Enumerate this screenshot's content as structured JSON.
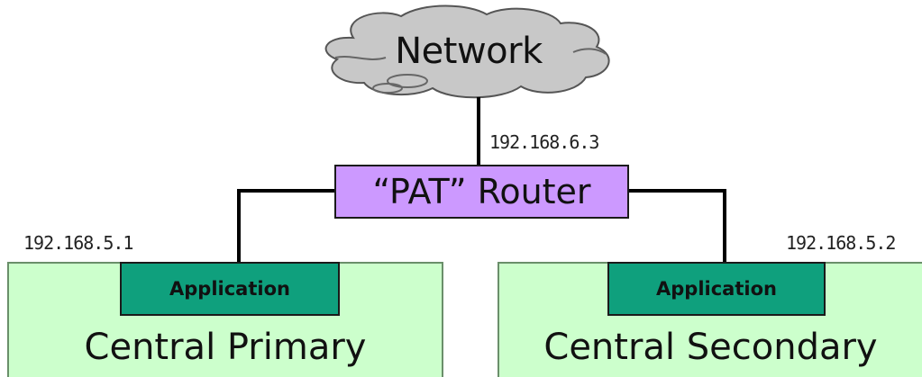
{
  "network": {
    "label": "Network"
  },
  "router": {
    "label": "“PAT” Router",
    "ip": "192.168.6.3"
  },
  "left_host": {
    "ip": "192.168.5.1",
    "app_label": "Application",
    "name": "Central Primary"
  },
  "right_host": {
    "ip": "192.168.5.2",
    "app_label": "Application",
    "name": "Central Secondary"
  },
  "colors": {
    "cloud": "#c8c8c8",
    "router": "#cc99ff",
    "host_bg": "#ccffcc",
    "app_bg": "#0fa07d",
    "line": "#000000"
  }
}
